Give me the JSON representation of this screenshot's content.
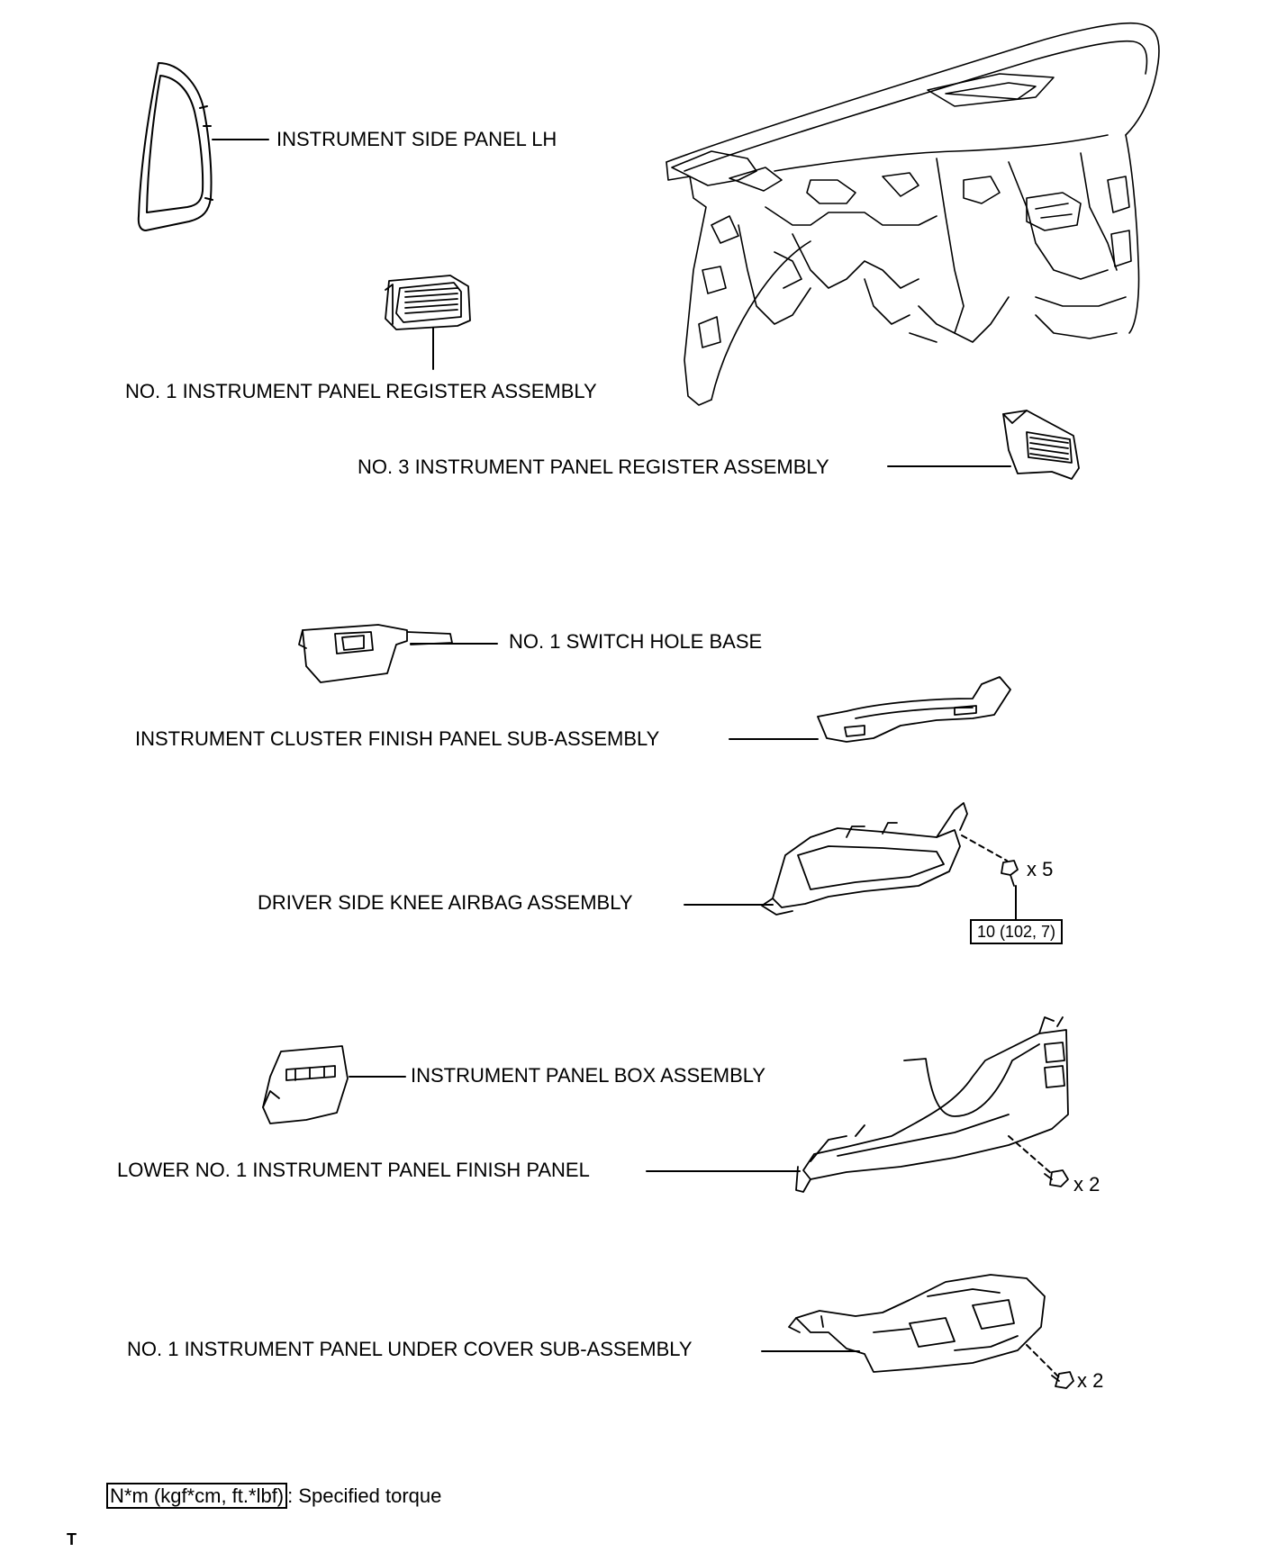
{
  "labels": {
    "side_panel_lh": "INSTRUMENT SIDE PANEL LH",
    "register_no1": "NO. 1 INSTRUMENT PANEL REGISTER ASSEMBLY",
    "register_no3": "NO. 3 INSTRUMENT PANEL REGISTER ASSEMBLY",
    "switch_hole_base": "NO. 1 SWITCH HOLE BASE",
    "cluster_finish_panel": "INSTRUMENT CLUSTER FINISH PANEL SUB-ASSEMBLY",
    "knee_airbag": "DRIVER SIDE KNEE AIRBAG ASSEMBLY",
    "panel_box": "INSTRUMENT PANEL BOX ASSEMBLY",
    "lower_finish_panel": "LOWER NO. 1 INSTRUMENT PANEL FINISH PANEL",
    "under_cover": "NO. 1 INSTRUMENT PANEL UNDER COVER SUB-ASSEMBLY"
  },
  "quantities": {
    "knee_airbag_bolts": "x 5",
    "lower_finish_bolts": "x 2",
    "under_cover_bolts": "x 2"
  },
  "torque": {
    "knee_airbag_spec": "10 (102, 7)"
  },
  "legend": {
    "units": "N*m (kgf*cm, ft.*lbf)",
    "description": ": Specified torque"
  },
  "footer": {
    "mark": "T"
  }
}
